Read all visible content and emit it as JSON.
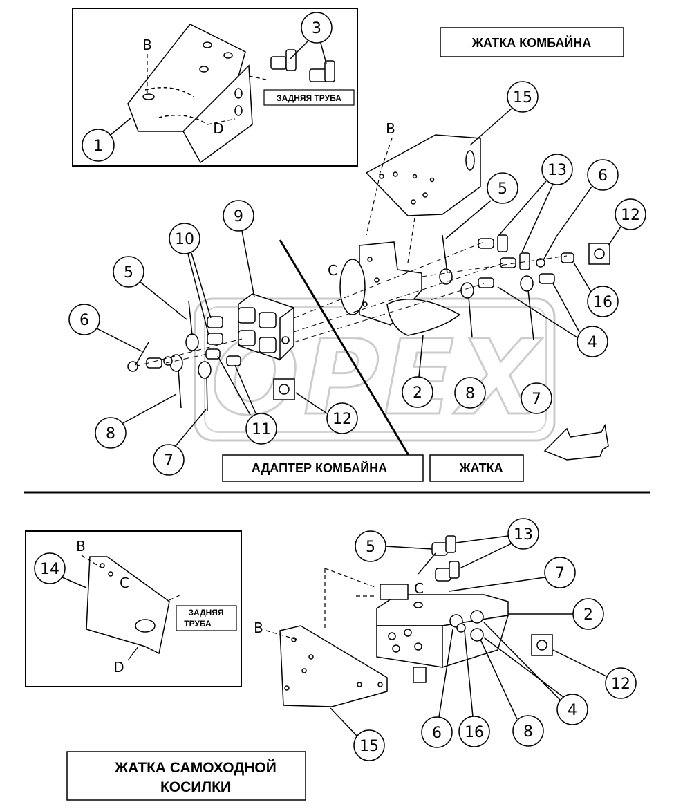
{
  "labels": {
    "combine_header": "ЖАТКА КОМБАЙНА",
    "combine_adapter": "АДАПТЕР КОМБАЙНА",
    "header": "ЖАТКА",
    "rear_tube_top": "ЗАДНЯЯ ТРУБА",
    "rear_tube_bottom_1": "ЗАДНЯЯ",
    "rear_tube_bottom_2": "ТРУБА",
    "windrower_1": "ЖАТКА САМОХОДНОЙ",
    "windrower_2": "КОСИЛКИ"
  },
  "watermark": "OPEX",
  "letters": {
    "b": "B",
    "c": "C",
    "d": "D"
  },
  "callouts": {
    "n1": "1",
    "n2": "2",
    "n3": "3",
    "n4": "4",
    "n5": "5",
    "n6": "6",
    "n7": "7",
    "n8": "8",
    "n9": "9",
    "n10": "10",
    "n11": "11",
    "n12": "12",
    "n13": "13",
    "n14": "14",
    "n15": "15",
    "n16": "16"
  }
}
